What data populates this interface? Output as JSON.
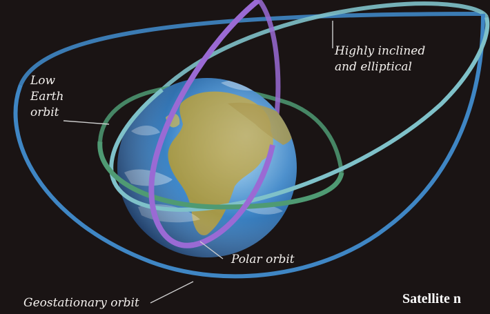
{
  "labels": {
    "low_earth_line1": "Low",
    "low_earth_line2": "Earth",
    "low_earth_line3": "orbit",
    "highly_inclined_line1": "Highly inclined",
    "highly_inclined_line2": "and elliptical",
    "polar": "Polar orbit",
    "geostationary": "Geostationary orbit"
  },
  "caption": "Satellite n",
  "colors": {
    "background": "#1a1414",
    "geostationary_orbit": "#3f86c4",
    "highly_inclined_orbit": "#7fc1c9",
    "low_earth_orbit": "#4f9a73",
    "polar_orbit": "#9a6ad4",
    "earth_ocean": "#2f73b8",
    "earth_land": "#b09a3a",
    "leader_line": "#cfcfcf"
  }
}
